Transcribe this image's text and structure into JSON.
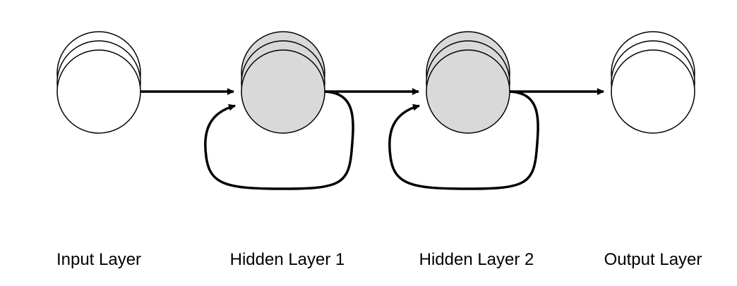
{
  "colors": {
    "stroke": "#000000",
    "input_fill": "#ffffff",
    "hidden_fill": "#d9d9d9",
    "output_fill": "#ffffff",
    "background": "#ffffff"
  },
  "layers": [
    {
      "id": "input",
      "label": "Input Layer",
      "fill": "input_fill"
    },
    {
      "id": "hidden1",
      "label": "Hidden Layer 1",
      "fill": "hidden_fill"
    },
    {
      "id": "hidden2",
      "label": "Hidden Layer 2",
      "fill": "hidden_fill"
    },
    {
      "id": "output",
      "label": "Output Layer",
      "fill": "output_fill"
    }
  ],
  "connections": [
    {
      "from": "input",
      "to": "hidden1",
      "kind": "forward"
    },
    {
      "from": "hidden1",
      "to": "hidden1",
      "kind": "recurrent"
    },
    {
      "from": "hidden1",
      "to": "hidden2",
      "kind": "forward"
    },
    {
      "from": "hidden2",
      "to": "hidden2",
      "kind": "recurrent"
    },
    {
      "from": "hidden2",
      "to": "output",
      "kind": "forward"
    }
  ]
}
